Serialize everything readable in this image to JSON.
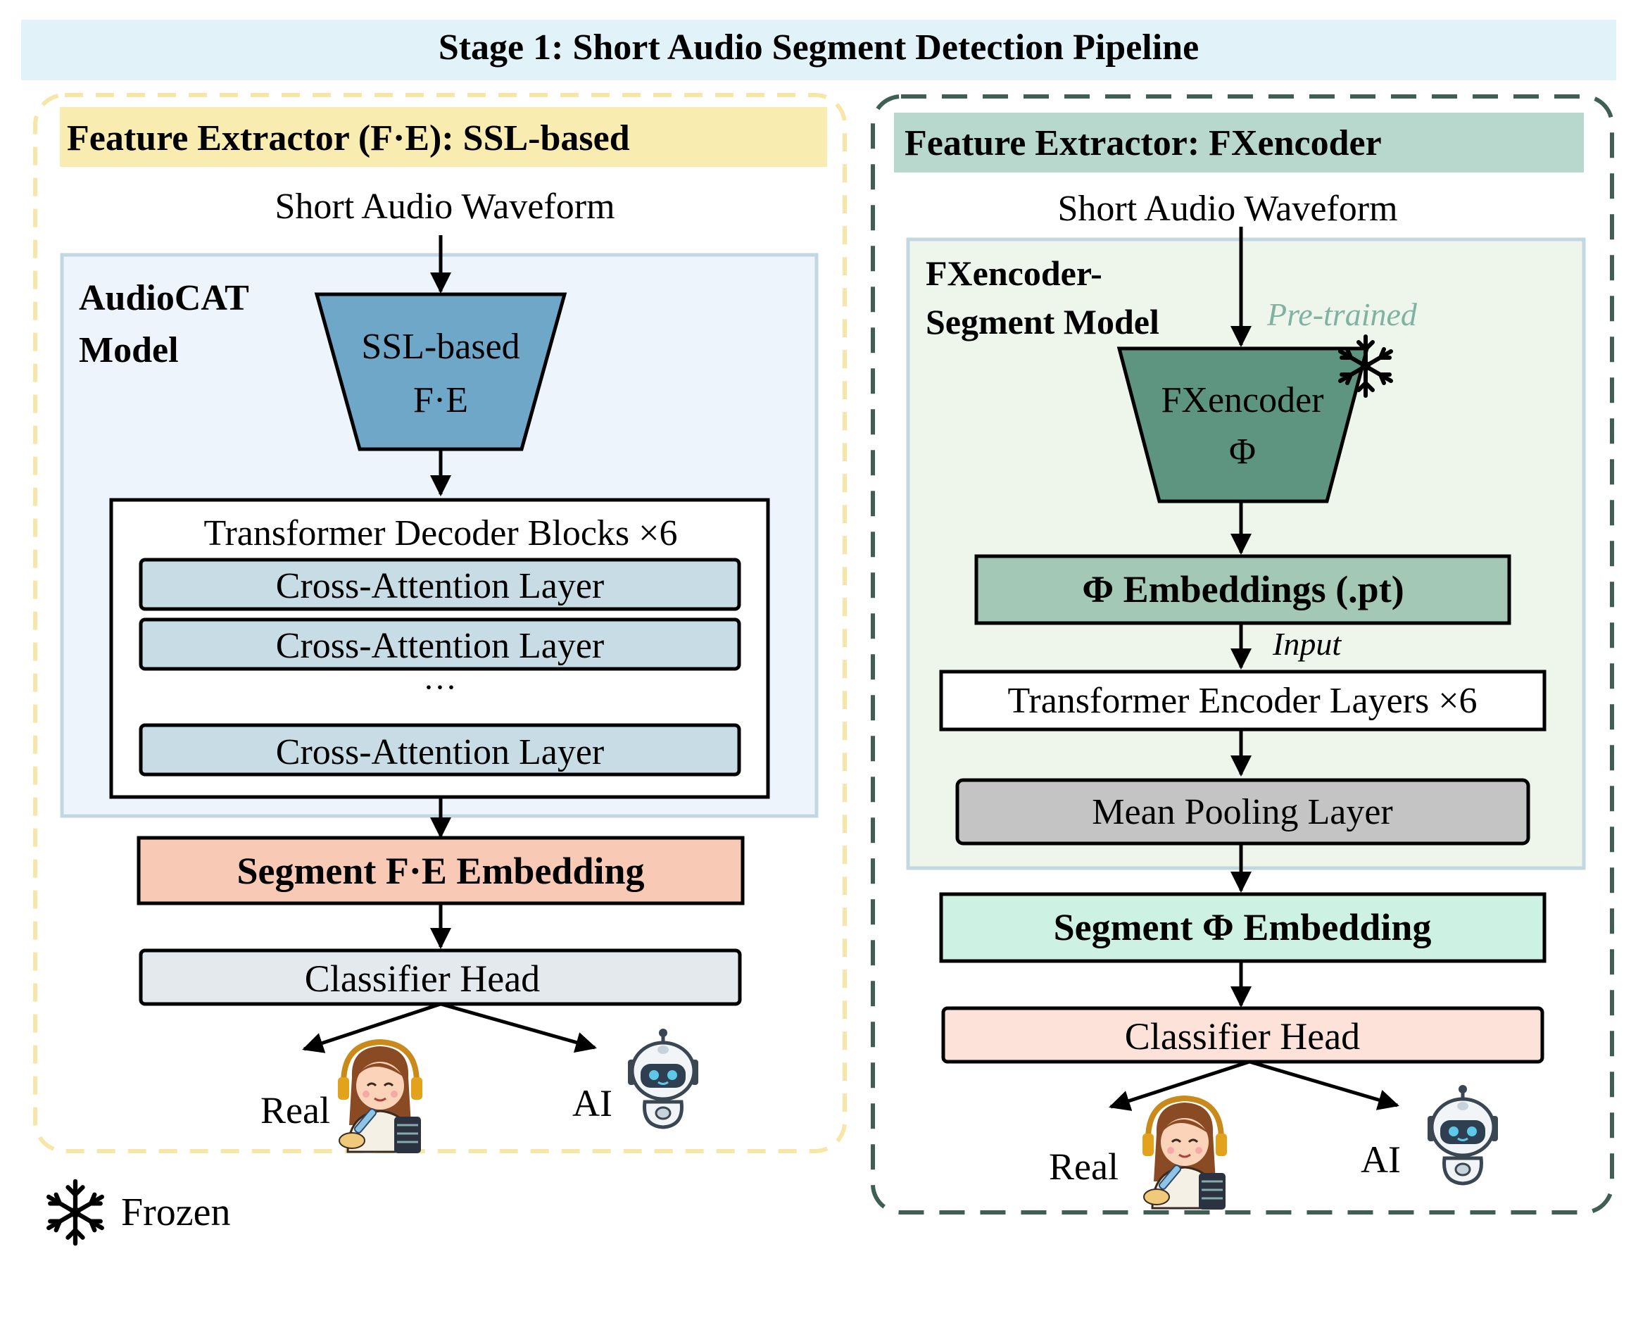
{
  "title": "Stage 1: Short Audio Segment Detection Pipeline",
  "left": {
    "header": "Feature Extractor (F·E): SSL-based",
    "input_label": "Short Audio Waveform",
    "model_label_line1": "AudioCAT",
    "model_label_line2": "Model",
    "extractor_line1": "SSL-based",
    "extractor_line2": "F·E",
    "transformer_title": "Transformer Decoder Blocks ×6",
    "layers": [
      "Cross-Attention Layer",
      "Cross-Attention Layer",
      "Cross-Attention Layer"
    ],
    "ellipsis": "···",
    "embedding": "Segment F·E Embedding",
    "classifier": "Classifier Head",
    "output_real": "Real",
    "output_ai": "AI"
  },
  "right": {
    "header": "Feature Extractor: FXencoder",
    "input_label": "Short Audio Waveform",
    "model_label_line1": "FXencoder-",
    "model_label_line2": "Segment Model",
    "pretrained": "Pre-trained",
    "encoder_line1": "FXencoder",
    "encoder_line2": "Φ",
    "embeddings_pt": "Φ Embeddings (.pt)",
    "input_note": "Input",
    "transformer": "Transformer Encoder Layers ×6",
    "pooling": "Mean Pooling Layer",
    "embedding": "Segment Φ Embedding",
    "classifier": "Classifier Head",
    "output_real": "Real",
    "output_ai": "AI"
  },
  "legend": {
    "frozen": "Frozen"
  },
  "colors": {
    "title_bg": "#e2f2f9",
    "left_header_bg": "#f8ecb1",
    "left_dash": "#f6e7a8",
    "left_model_bg": "#eef4fb",
    "ssl_fill": "#6fa7c9",
    "layer_fill": "#c7dce4",
    "seg_fe_fill": "#f8c9b5",
    "left_classifier_fill": "#e4e9ee",
    "right_header_bg": "#b9d8cd",
    "right_dash": "#3f5f55",
    "right_model_bg": "#eef6ec",
    "fxencoder_fill": "#5e9581",
    "phi_emb_fill": "#a3c8b6",
    "pooling_fill": "#c4c4c4",
    "seg_phi_fill": "#cdf1e3",
    "right_classifier_fill": "#fde2da",
    "pretrained_text": "#7fb2a1"
  }
}
